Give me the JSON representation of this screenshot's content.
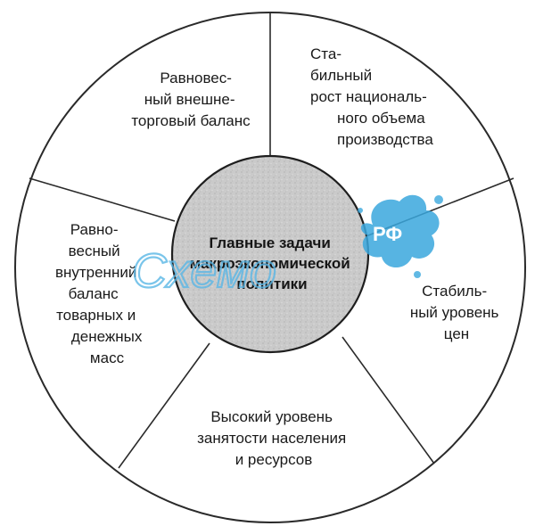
{
  "center": {
    "lines": [
      "Главные задачи",
      "макроэкономической",
      "политики"
    ]
  },
  "segments": [
    {
      "id": "trade-balance",
      "lines": [
        "Равновес-",
        "ный внешне-",
        "торговый баланс"
      ]
    },
    {
      "id": "stable-growth",
      "lines": [
        "Ста-",
        "бильный",
        "рост националь-",
        "ного объема",
        "производства"
      ]
    },
    {
      "id": "stable-prices",
      "lines": [
        "Стабиль-",
        "ный уровень",
        "цен"
      ]
    },
    {
      "id": "employment",
      "lines": [
        "Высокий уровень",
        "занятости населения",
        "и ресурсов"
      ]
    },
    {
      "id": "internal-balance",
      "lines": [
        "Равно-",
        "весный",
        "внутренний",
        "баланс",
        "товарных и",
        "денежных",
        "масс"
      ]
    }
  ],
  "watermark": {
    "text": "Схемо",
    "badge": "РФ"
  },
  "colors": {
    "outline": "#2a2a2a",
    "center_fill": "#c9c9c9",
    "watermark": "#5ab7e6",
    "watermark_badge": "#3aa7dd"
  }
}
